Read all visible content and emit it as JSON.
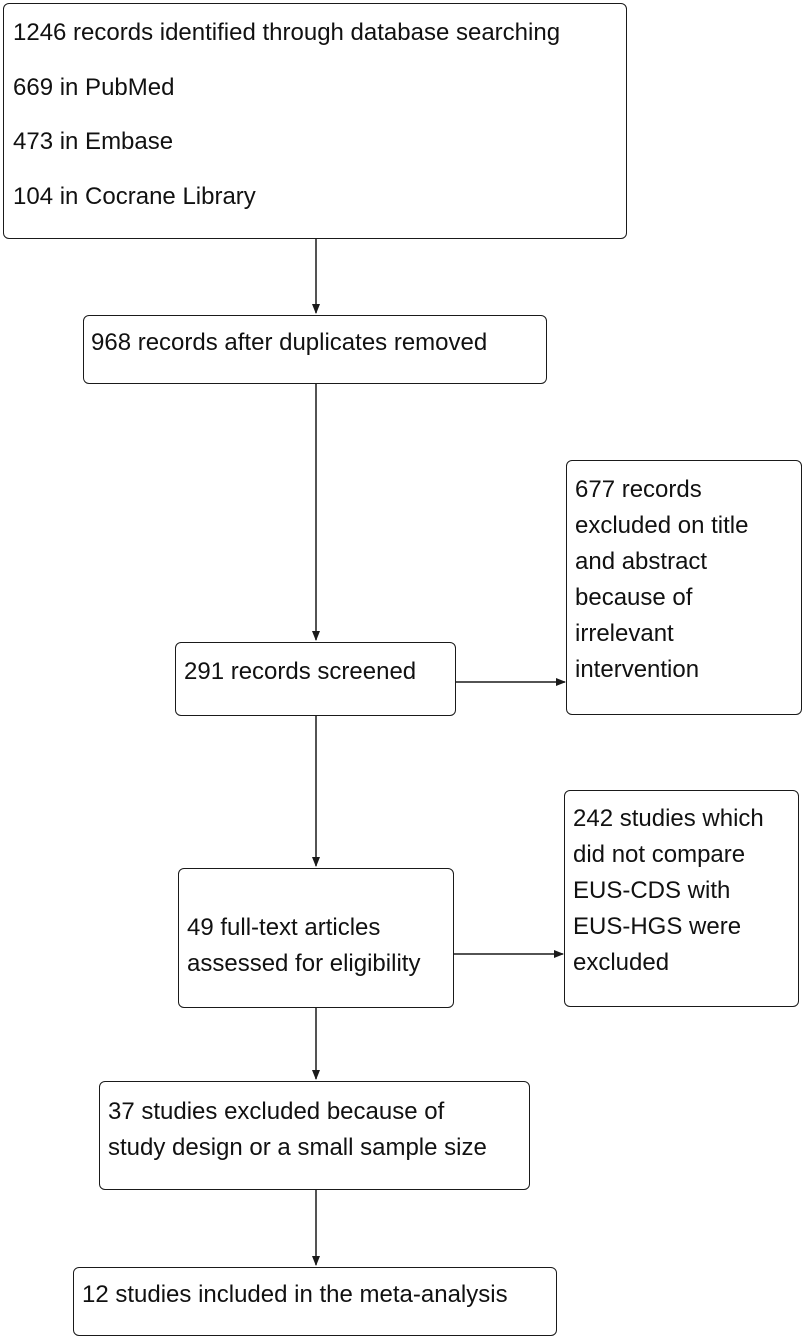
{
  "flowchart": {
    "identification": {
      "lines": [
        "1246 records identified through database searching",
        "669 in PubMed",
        "473 in Embase",
        "104 in Cocrane Library"
      ]
    },
    "duplicates_removed": {
      "lines": [
        "968 records after duplicates removed"
      ]
    },
    "screened": {
      "lines": [
        "291 records screened"
      ]
    },
    "excluded_title_abstract": {
      "lines": [
        "677 records",
        "excluded on title",
        "and abstract",
        "because of",
        "irrelevant",
        "intervention"
      ]
    },
    "full_text": {
      "lines": [
        "49 full-text articles",
        "assessed for eligibility"
      ]
    },
    "excluded_not_compared": {
      "lines": [
        "242 studies which",
        "did not compare",
        "EUS-CDS with",
        "EUS-HGS were",
        "excluded"
      ]
    },
    "excluded_design": {
      "lines": [
        "37 studies excluded because of",
        "study design or a small sample size"
      ]
    },
    "included": {
      "lines": [
        "12 studies included in the meta-analysis"
      ]
    }
  },
  "colors": {
    "border": "#1a1a1a",
    "text": "#111111",
    "background": "#ffffff"
  }
}
